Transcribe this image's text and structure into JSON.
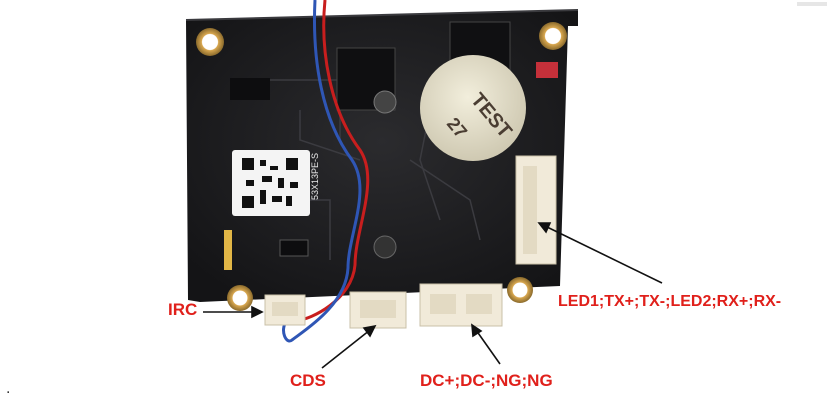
{
  "photo": {
    "sticker_text": "TEST",
    "sticker_number": "27",
    "board_label": "53X13PE-S"
  },
  "callouts": {
    "irc": "IRC",
    "cds": "CDS",
    "dc": "DC+;DC-;NG;NG",
    "led": "LED1;TX+;TX-;LED2;RX+;RX-"
  },
  "colors": {
    "label": "#e0201b",
    "board": "#1c1c1e",
    "connector": "#f1ead9"
  },
  "footer": {
    "bullet": "."
  }
}
